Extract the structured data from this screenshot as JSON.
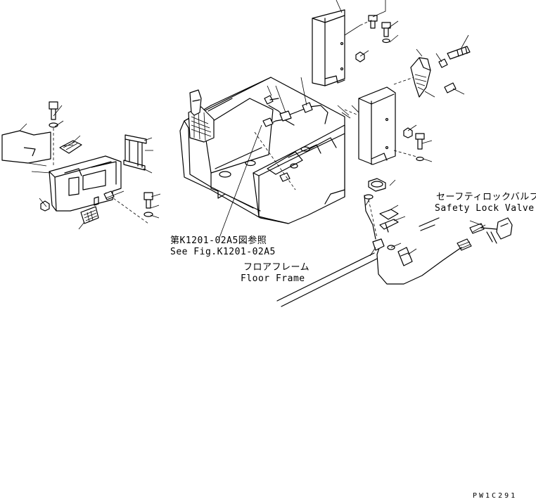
{
  "labels": {
    "ref_jp": "第K1201-02A5図参照",
    "ref_en": "See Fig.K1201-02A5",
    "floor_jp": "フロアフレーム",
    "floor_en": "Floor Frame",
    "valve_jp": "セーフティロックバルブ",
    "valve_en": "Safety Lock Valve",
    "drawing_id": "PW1C291"
  }
}
